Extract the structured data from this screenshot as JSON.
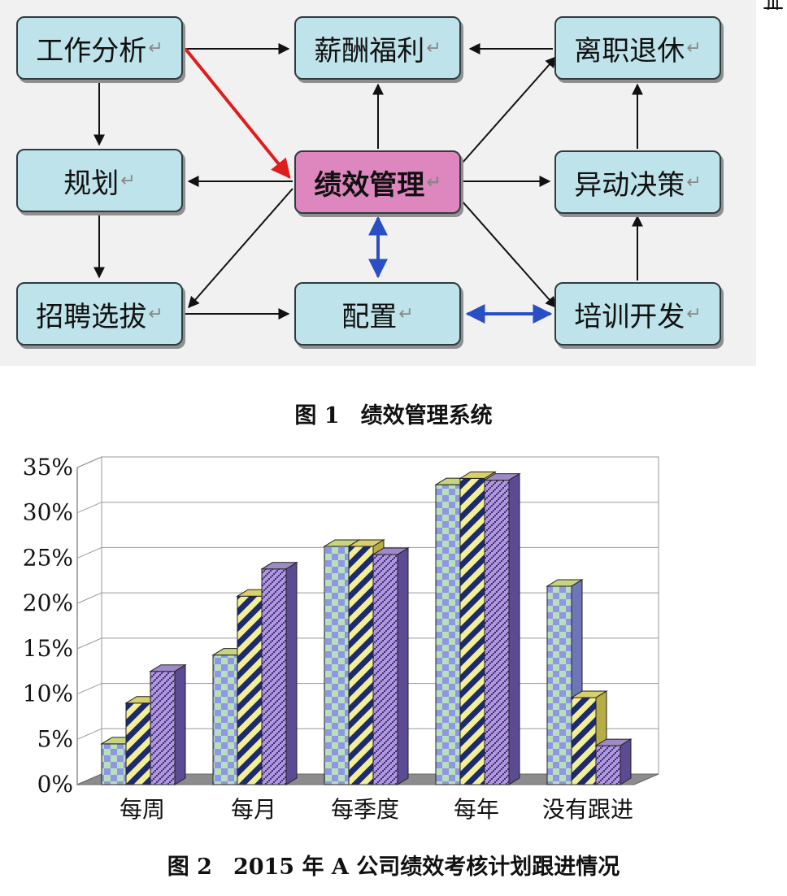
{
  "figure1": {
    "nodes": {
      "job_analysis": "工作分析",
      "compensation": "薪酬福利",
      "retirement": "离职退休",
      "planning": "规划",
      "performance_mgmt": "绩效管理",
      "transfer_decision": "异动决策",
      "recruitment": "招聘选拔",
      "allocation": "配置",
      "training": "培训开发"
    },
    "return_mark": "↵",
    "caption_num": "图 1",
    "caption_text": "绩效管理系统",
    "corner_fragment": "工几"
  },
  "figure2": {
    "caption_num": "图 2",
    "caption_text": "2015 年 A 公司绩效考核计划跟进情况"
  },
  "chart_data": {
    "type": "bar",
    "categories": [
      "每周",
      "每月",
      "每季度",
      "每年",
      "没有跟进"
    ],
    "series": [
      {
        "values": [
          4.5,
          14.3,
          26.3,
          33.1,
          21.9
        ]
      },
      {
        "values": [
          9.0,
          20.8,
          26.3,
          33.8,
          9.6
        ]
      },
      {
        "values": [
          12.5,
          23.8,
          25.4,
          33.6,
          4.3
        ]
      }
    ],
    "ylim": [
      0,
      35
    ],
    "yticks": [
      "0%",
      "5%",
      "10%",
      "15%",
      "20%",
      "25%",
      "30%",
      "35%"
    ],
    "grid": true,
    "legend": "none",
    "colors": {
      "series1": [
        "#b8e0b8",
        "#8f96e6"
      ],
      "series2": [
        "#f3ef96",
        "#1e2a6e"
      ],
      "series3": [
        "#b197e0",
        "#3c2e70"
      ]
    }
  }
}
